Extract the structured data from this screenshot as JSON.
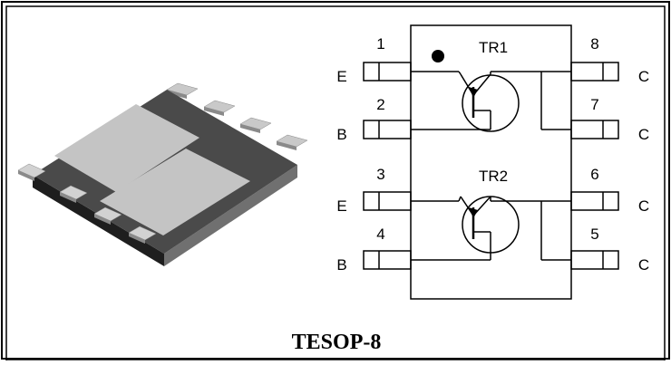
{
  "package_name": "TESOP-8",
  "transistors": [
    {
      "label": "TR1"
    },
    {
      "label": "TR2"
    }
  ],
  "pins": {
    "left": [
      {
        "number": "1",
        "function": "E"
      },
      {
        "number": "2",
        "function": "B"
      },
      {
        "number": "3",
        "function": "E"
      },
      {
        "number": "4",
        "function": "B"
      }
    ],
    "right": [
      {
        "number": "8",
        "function": "C"
      },
      {
        "number": "7",
        "function": "C"
      },
      {
        "number": "6",
        "function": "C"
      },
      {
        "number": "5",
        "function": "C"
      }
    ]
  },
  "colors": {
    "frame": "#000000",
    "package_top": "#4a4a4a",
    "package_pad": "#c4c4c4",
    "package_side_dark": "#1e1e1e",
    "package_side_mid": "#6e6e6e",
    "lead": "#bdbdbd"
  }
}
